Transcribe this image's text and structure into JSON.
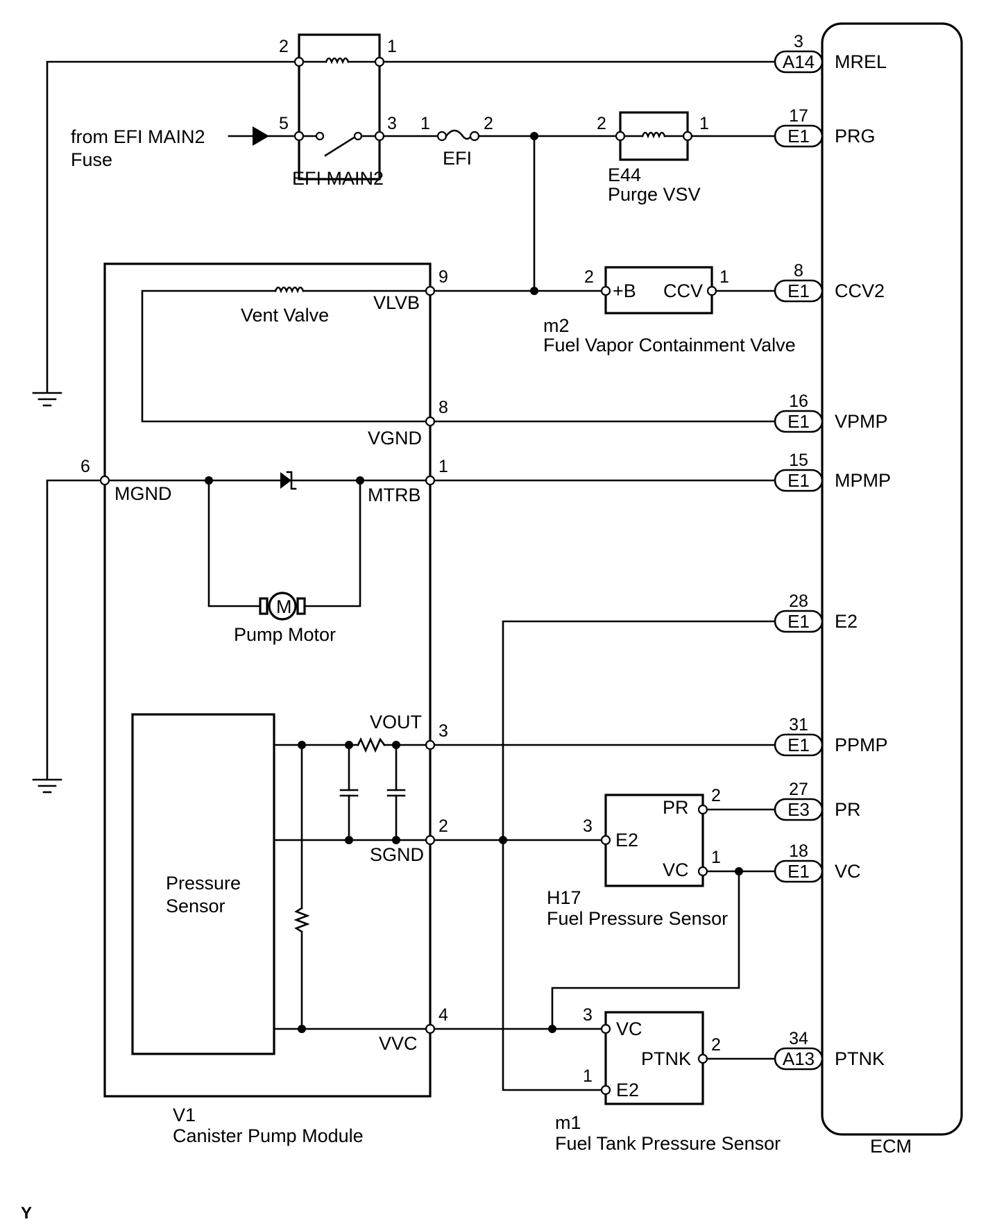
{
  "power_source": {
    "text_line1": "from EFI MAIN2",
    "text_line2": "Fuse"
  },
  "relay": {
    "name": "EFI MAIN2",
    "pin_2": "2",
    "pin_1": "1",
    "pin_5": "5",
    "pin_3": "3"
  },
  "fuse_efi": {
    "name": "EFI",
    "pin_1": "1",
    "pin_2": "2"
  },
  "purge_vsv": {
    "code": "E44",
    "name": "Purge VSV",
    "pin_2": "2",
    "pin_1": "1"
  },
  "ccv": {
    "code": "m2",
    "name": "Fuel Vapor Containment Valve",
    "pin_2": "2",
    "pin_1": "1",
    "label_plus_b": "+B",
    "label_ccv": "CCV"
  },
  "canister_pump_module": {
    "code": "V1",
    "name": "Canister Pump Module",
    "vent_valve": "Vent Valve",
    "pump_motor": "Pump Motor",
    "motor_symbol": "M",
    "pressure_sensor_line1": "Pressure",
    "pressure_sensor_line2": "Sensor",
    "terminals": {
      "vlvb": "VLVB",
      "vgnd": "VGND",
      "mgnd": "MGND",
      "mtrb": "MTRB",
      "vout": "VOUT",
      "sgnd": "SGND",
      "vvc": "VVC"
    },
    "pins": {
      "p9": "9",
      "p8": "8",
      "p6": "6",
      "p1": "1",
      "p3": "3",
      "p2": "2",
      "p4": "4"
    }
  },
  "fuel_pressure_sensor": {
    "code": "H17",
    "name": "Fuel Pressure Sensor",
    "label_pr": "PR",
    "label_e2": "E2",
    "label_vc": "VC",
    "pin_2": "2",
    "pin_3": "3",
    "pin_1": "1"
  },
  "fuel_tank_pressure_sensor": {
    "code": "m1",
    "name": "Fuel Tank Pressure Sensor",
    "label_vc": "VC",
    "label_ptnk": "PTNK",
    "label_e2": "E2",
    "pin_3": "3",
    "pin_2": "2",
    "pin_1": "1"
  },
  "ecm": {
    "name": "ECM",
    "connections": [
      {
        "pin": "3",
        "connector": "A14",
        "signal": "MREL"
      },
      {
        "pin": "17",
        "connector": "E1",
        "signal": "PRG"
      },
      {
        "pin": "8",
        "connector": "E1",
        "signal": "CCV2"
      },
      {
        "pin": "16",
        "connector": "E1",
        "signal": "VPMP"
      },
      {
        "pin": "15",
        "connector": "E1",
        "signal": "MPMP"
      },
      {
        "pin": "28",
        "connector": "E1",
        "signal": "E2"
      },
      {
        "pin": "31",
        "connector": "E1",
        "signal": "PPMP"
      },
      {
        "pin": "27",
        "connector": "E3",
        "signal": "PR"
      },
      {
        "pin": "18",
        "connector": "E1",
        "signal": "VC"
      },
      {
        "pin": "34",
        "connector": "A13",
        "signal": "PTNK"
      }
    ]
  },
  "footer_mark": "Y"
}
